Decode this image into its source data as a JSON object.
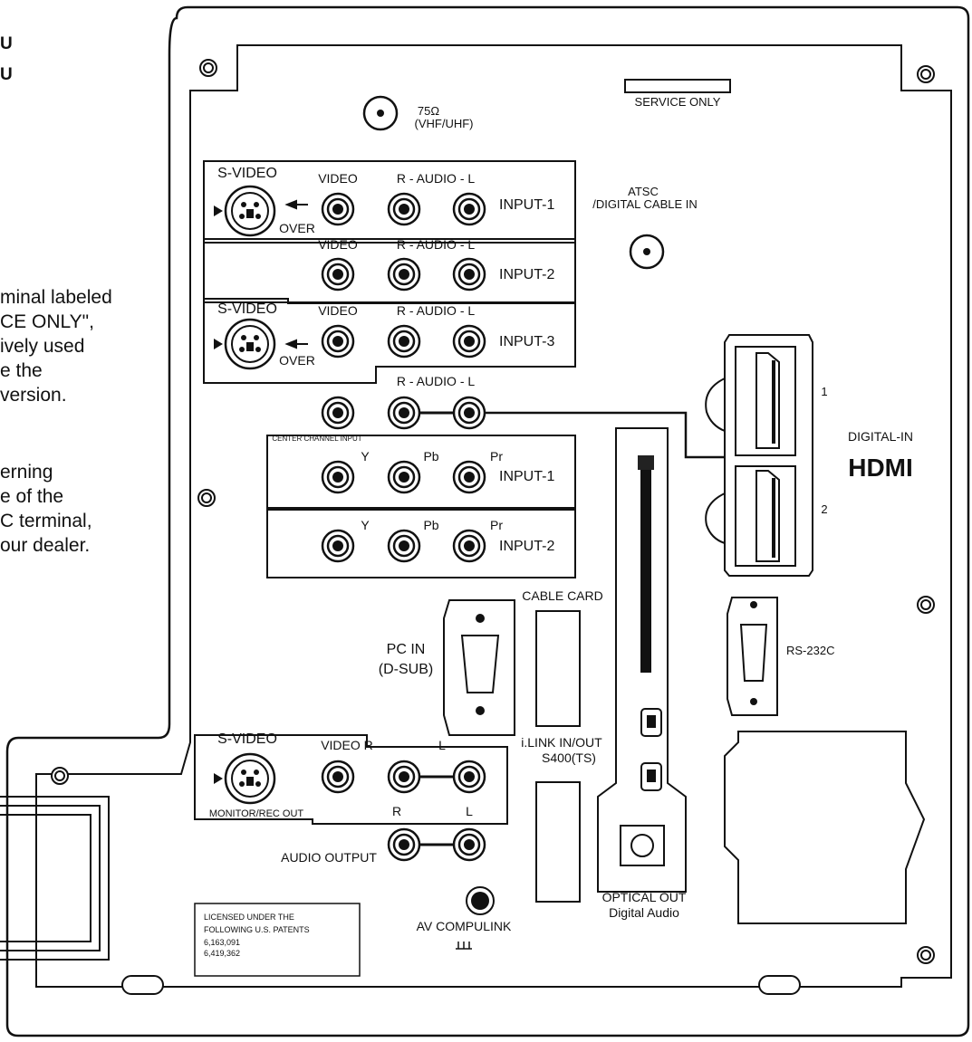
{
  "models": [
    "U",
    "U"
  ],
  "note": {
    "lines": [
      "minal labeled",
      "CE ONLY\",",
      "ively used",
      "e the",
      " version."
    ],
    "lines2": [
      "erning",
      "e of the",
      "C terminal,",
      "our dealer."
    ]
  },
  "labels": {
    "antenna": "75Ω",
    "antenna_sub": "(VHF/UHF)",
    "service": "SERVICE ONLY",
    "atsc": "ATSC",
    "atsc_sub": "/DIGITAL CABLE IN",
    "svideo": "S-VIDEO",
    "video": "VIDEO",
    "audio_rl": "R - AUDIO - L",
    "input1": "INPUT-1",
    "input2": "INPUT-2",
    "input3": "INPUT-3",
    "over": "OVER",
    "center": "CENTER CHANNEL INPUT",
    "y": "Y",
    "pb": "Pb",
    "pr": "Pr",
    "hdmi_1": "1",
    "hdmi_2": "2",
    "digital_in": "DIGITAL-IN",
    "hdmi_logo": "HDMI",
    "cable_card": "CABLE CARD",
    "pc_in": "PC IN",
    "pc_in_sub": "(D-SUB)",
    "rs232c": "RS-232C",
    "ilink": "i.LINK IN/OUT",
    "ilink_sub": "S400(TS)",
    "video_r": "VIDEO R",
    "l": "L",
    "r": "R",
    "monitor": "MONITOR/REC OUT",
    "audio_output": "AUDIO OUTPUT",
    "optical": "OPTICAL OUT",
    "optical_sub": "Digital Audio",
    "compulink": "AV COMPULINK",
    "patents": [
      "LICENSED UNDER THE",
      "FOLLOWING U.S. PATENTS",
      "6,163,091",
      "6,419,362"
    ]
  }
}
